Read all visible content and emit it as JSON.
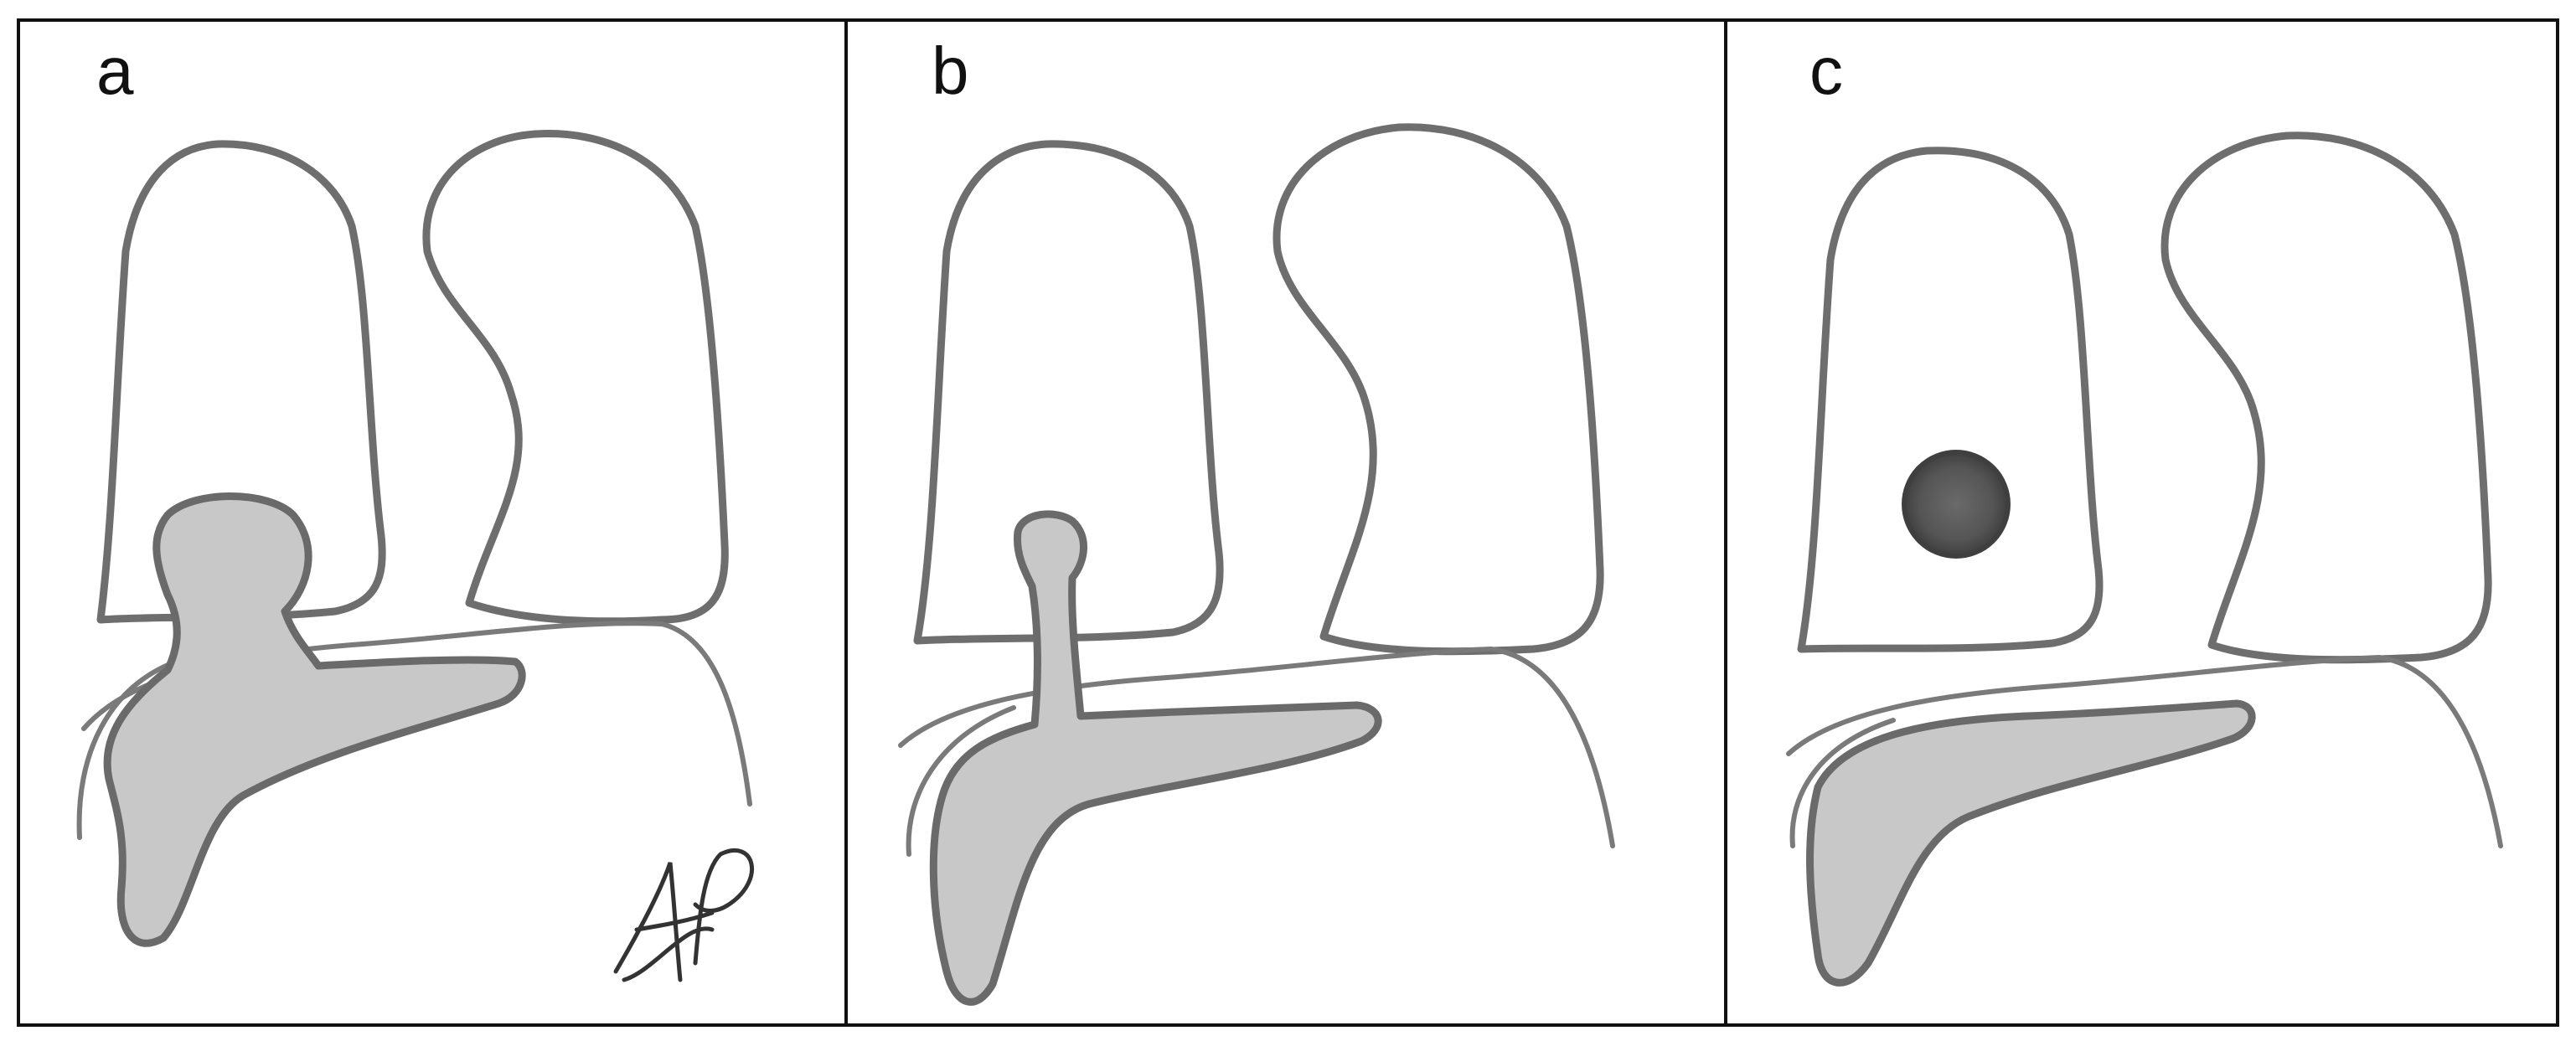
{
  "panels": [
    {
      "label": "a"
    },
    {
      "label": "b"
    },
    {
      "label": "c"
    }
  ],
  "colors": {
    "border": "#111111",
    "outline": "#6e6e6e",
    "organ_fill": "#c8c8c8",
    "nodule": "#5a5a5a"
  },
  "signature": "AP"
}
